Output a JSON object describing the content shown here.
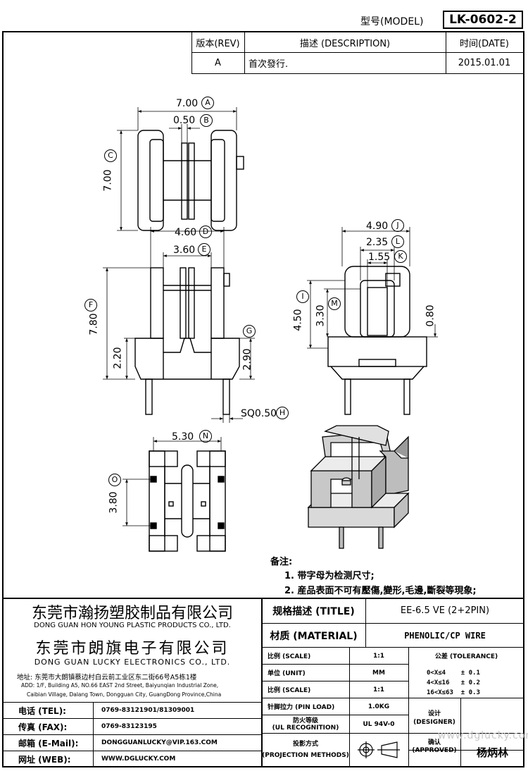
{
  "header": {
    "model_label": "型号(MODEL)",
    "model_value": "LK-0602-2"
  },
  "revision": {
    "col_rev": "版本(REV)",
    "col_desc": "描述 (DESCRIPTION)",
    "col_date": "时间(DATE)",
    "rev": "A",
    "desc": "首次發行.",
    "date": "2015.01.01"
  },
  "dimensions": {
    "A": {
      "value": "7.00",
      "letter": "A"
    },
    "B": {
      "value": "0.50",
      "letter": "B"
    },
    "C": {
      "value": "7.00",
      "letter": "C"
    },
    "D": {
      "value": "4.60",
      "letter": "D"
    },
    "E": {
      "value": "3.60",
      "letter": "E"
    },
    "F": {
      "value": "7.80",
      "letter": "F"
    },
    "G": {
      "value": "2.90",
      "letter": "G"
    },
    "H": {
      "value": "SQ0.50",
      "letter": "H"
    },
    "I": {
      "value": "4.50",
      "letter": "I"
    },
    "J": {
      "value": "4.90",
      "letter": "J"
    },
    "K": {
      "value": "1.55",
      "letter": "K"
    },
    "L": {
      "value": "2.35",
      "letter": "L"
    },
    "M": {
      "value": "3.30",
      "letter": "M"
    },
    "N": {
      "value": "5.30",
      "letter": "N"
    },
    "O": {
      "value": "3.80",
      "letter": "O"
    },
    "extra_220": "2.20",
    "extra_080": "0.80"
  },
  "notes": {
    "heading": "备注:",
    "line1": "1. 带字母为检测尺寸;",
    "line2": "2. 産品表面不可有壓傷,變形,毛邊,斷裂等現象;"
  },
  "company": {
    "cn1": "东莞市瀚扬塑胶制品有限公司",
    "en1": "DONG GUAN HON YOUNG PLASTIC PRODUCTS CO., LTD.",
    "cn2": "东莞市朗旗电子有限公司",
    "en2": "DONG GUAN LUCKY ELECTRONICS CO., LTD.",
    "addr_cn": "地址: 东莞市大朗镇蔡边村白云前工业区东二街66号A5栋1楼",
    "addr_en1": "ADD: 1/F, Building A5, NO.66 EAST 2nd Street, Baiyunqian Industrial Zone,",
    "addr_en2": "Caibian Village, Dalang Town, Dongguan City, GuangDong Province,China"
  },
  "contact": {
    "tel_label": "电话 (TEL):",
    "tel": "0769-83121901/81309001",
    "fax_label": "传真 (FAX):",
    "fax": "0769-83123195",
    "mail_label": "邮箱 (E-Mail):",
    "mail": "DONGGUANLUCKY@VIP.163.COM",
    "web_label": "网址 (WEB):",
    "web": "WWW.DGLUCKY.COM"
  },
  "spec": {
    "title_label": "规格描述 (TITLE)",
    "title_value": "EE-6.5 VE (2+2PIN)",
    "material_label": "材质 (MATERIAL)",
    "material_value": "PHENOLIC/CP WIRE",
    "scale_label": "比例 (SCALE)",
    "scale_value": "1:1",
    "unit_label": "单位 (UNIT)",
    "unit_value": "MM",
    "scale2_label": "比例 (SCALE)",
    "scale2_value": "1:1",
    "pin_label": "针脚拉力 (PIN LOAD)",
    "pin_value": "1.0KG",
    "ul_label1": "防火等级",
    "ul_label2": "(UL RECOGNITION)",
    "ul_value": "UL 94V-0",
    "proj_label1": "投影方式",
    "proj_label2": "(PROJECTION METHODS)",
    "tol_label": "公差 (TOLERANCE)",
    "tol1": "0<X≤4    ± 0.1",
    "tol2": "4<X≤16   ± 0.2",
    "tol3": "16<X≤63  ± 0.3",
    "designer_label1": "设计",
    "designer_label2": "(DESIGNER)",
    "approved_label1": "确认",
    "approved_label2": "(APPROVED)",
    "approver": "杨炳林",
    "watermark": "www.dglucky.com"
  }
}
